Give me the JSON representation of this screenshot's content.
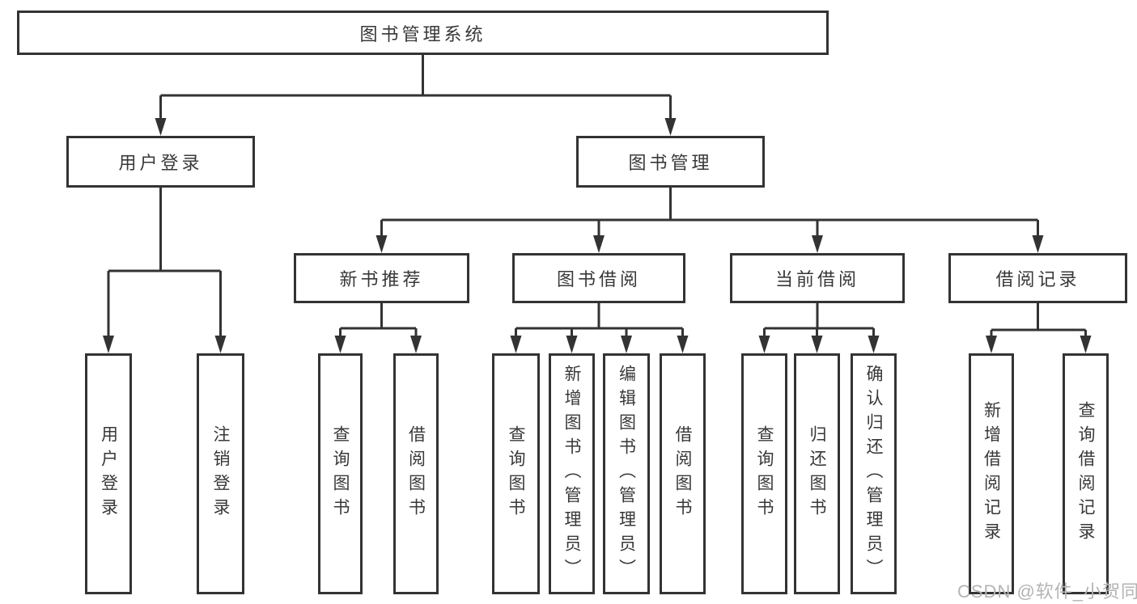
{
  "tree": {
    "label": "图书管理系统",
    "children": [
      {
        "label": "用户登录",
        "children": [
          {
            "label": "用户登录"
          },
          {
            "label": "注销登录"
          }
        ]
      },
      {
        "label": "图书管理",
        "children": [
          {
            "label": "新书推荐",
            "children": [
              {
                "label": "查询图书"
              },
              {
                "label": "借阅图书"
              }
            ]
          },
          {
            "label": "图书借阅",
            "children": [
              {
                "label": "查询图书"
              },
              {
                "label": "新增图书（管理员）"
              },
              {
                "label": "编辑图书（管理员）"
              },
              {
                "label": "借阅图书"
              }
            ]
          },
          {
            "label": "当前借阅",
            "children": [
              {
                "label": "查询图书"
              },
              {
                "label": "归还图书"
              },
              {
                "label": "确认归还（管理员）"
              }
            ]
          },
          {
            "label": "借阅记录",
            "children": [
              {
                "label": "新增借阅记录"
              },
              {
                "label": "查询借阅记录"
              }
            ]
          }
        ]
      }
    ]
  },
  "watermark": {
    "text": "CSDN @软件_小贺同学"
  },
  "colors": {
    "line": "#333333",
    "border": "#333333",
    "text": "#383838",
    "watermark": "#b4b4b4",
    "background": "#ffffff"
  }
}
